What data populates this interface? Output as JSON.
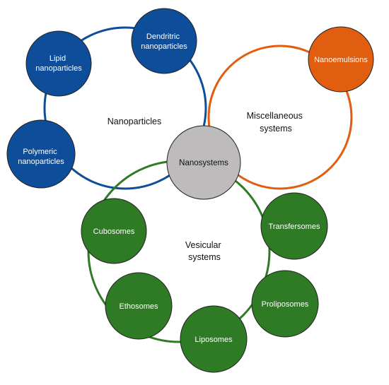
{
  "colors": {
    "nanoparticles": "#0d4d99",
    "vesicular": "#2f7a25",
    "miscellaneous": "#e15d10",
    "center": "#bdbbbb",
    "node_stroke": "#222222"
  },
  "center": {
    "label": "Nanosystems"
  },
  "groups": {
    "nanoparticles": {
      "label_lines": [
        "Nanoparticles"
      ],
      "nodes": [
        {
          "lines": [
            "Lipid",
            "nanoparticles"
          ]
        },
        {
          "lines": [
            "Dendritric",
            "nanoparticles"
          ]
        },
        {
          "lines": [
            "Polymeric",
            "nanoparticles"
          ]
        }
      ]
    },
    "miscellaneous": {
      "label_lines": [
        "Miscellaneous",
        "systems"
      ],
      "nodes": [
        {
          "lines": [
            "Nanoemulsions"
          ]
        }
      ]
    },
    "vesicular": {
      "label_lines": [
        "Vesicular",
        "systems"
      ],
      "nodes": [
        {
          "lines": [
            "Cubosomes"
          ]
        },
        {
          "lines": [
            "Transfersomes"
          ]
        },
        {
          "lines": [
            "Ethosomes"
          ]
        },
        {
          "lines": [
            "Proliposomes"
          ]
        },
        {
          "lines": [
            "Liposomes"
          ]
        }
      ]
    }
  }
}
